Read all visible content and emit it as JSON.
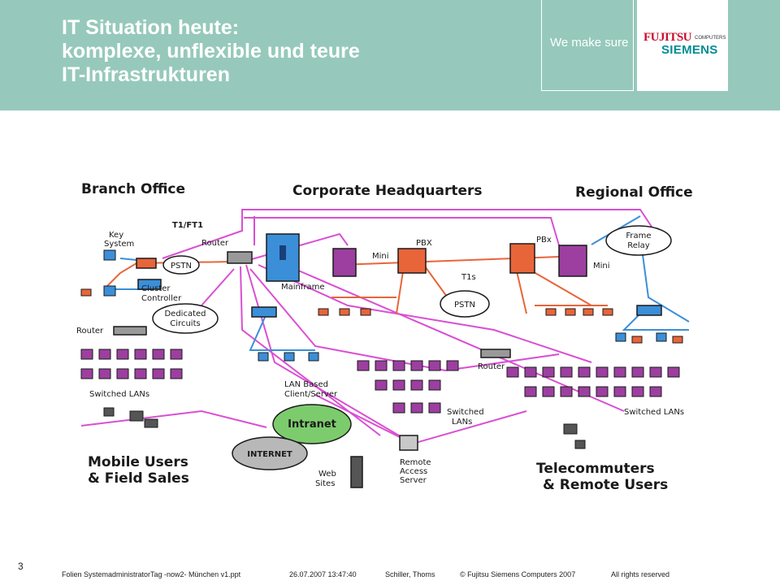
{
  "header": {
    "title_lines": [
      "IT Situation heute:",
      "komplexe, unflexible und teure",
      "IT-Infrastrukturen"
    ],
    "slogan": "We make sure",
    "logo": {
      "fujitsu": "FUJITSU",
      "computers": "COMPUTERS",
      "siemens": "SIEMENS"
    }
  },
  "diagram": {
    "labels": {
      "branch_office": "Branch Office",
      "corporate_hq": "Corporate Headquarters",
      "regional_office": "Regional Office",
      "t1_ft1": "T1/FT1",
      "key_system_1": "Key",
      "key_system_2": "System",
      "router_hq": "Router",
      "pstn_left": "PSTN",
      "cluster_1": "Cluster",
      "cluster_2": "Controller",
      "dedicated_1": "Dedicated",
      "dedicated_2": "Circuits",
      "router_branch": "Router",
      "switched_lans_left": "Switched LANs",
      "mini_left": "Mini",
      "mainframe": "Mainframe",
      "pbx_hq": "PBX",
      "t1s": "T1s",
      "pstn_center": "PSTN",
      "pbx_regional": "PBx",
      "mini_right": "Mini",
      "frame_1": "Frame",
      "frame_2": "Relay",
      "lan_1": "LAN Based",
      "lan_2": "Client/Server",
      "router_regional": "Router",
      "switched_lans_center_1": "Switched",
      "switched_lans_center_2": "LANs",
      "switched_lans_right": "Switched LANs",
      "intranet": "Intranet",
      "internet": "INTERNET",
      "web_1": "Web",
      "web_2": "Sites",
      "remote_1": "Remote",
      "remote_2": "Access",
      "remote_3": "Server",
      "mobile_1": "Mobile Users",
      "mobile_2": "& Field Sales",
      "tele_1": "Telecommuters",
      "tele_2": "& Remote Users"
    }
  },
  "footer": {
    "page_number": "3",
    "file": "Folien SystemadministratorTag -now2- München v1.ppt",
    "datetime": "26.07.2007 13:47:40",
    "author": "Schiller, Thoms",
    "copyright": "© Fujitsu Siemens Computers 2007",
    "rights": "All rights reserved"
  },
  "colors": {
    "header_bg": "#96c9bb",
    "magenta_line": "#d94fd3",
    "orange_line": "#e8653a",
    "blue_line": "#3b8fd8",
    "purple_device": "#9c3fa0"
  }
}
